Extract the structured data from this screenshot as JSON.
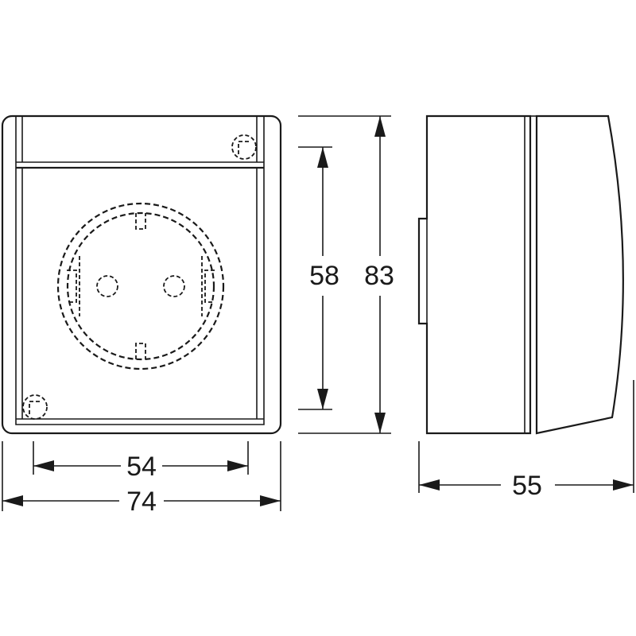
{
  "dimensions": {
    "inner_width": "54",
    "outer_width": "74",
    "inner_height": "58",
    "outer_height": "83",
    "depth": "55"
  },
  "colors": {
    "line": "#1a1a1a",
    "background": "#ffffff"
  }
}
